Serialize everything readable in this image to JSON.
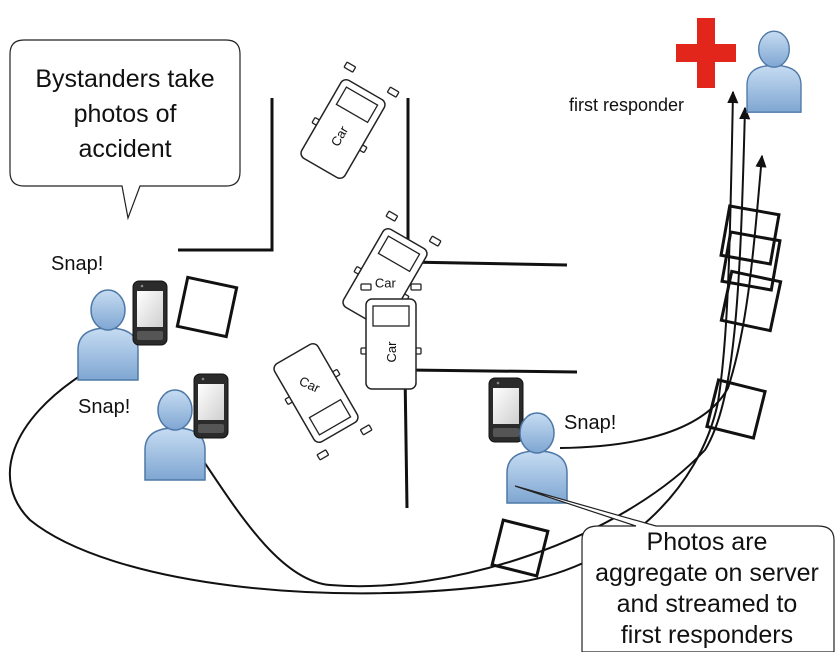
{
  "callout_bystanders": {
    "line1": "Bystanders take",
    "line2": "photos of",
    "line3": "accident"
  },
  "callout_server": {
    "line1": "Photos are",
    "line2": "aggregate on server",
    "line3": "and streamed to",
    "line4": "first responders"
  },
  "responder_label": "first responder",
  "snap_label": "Snap!",
  "car_label": "Car",
  "colors": {
    "person_fill": "#8fb3d9",
    "person_stroke": "#4e78a6",
    "cross": "#e3261b",
    "line": "#111111"
  },
  "icons": [
    "person-icon",
    "phone-icon",
    "car-icon",
    "photo-frame-icon",
    "medical-cross-icon"
  ]
}
